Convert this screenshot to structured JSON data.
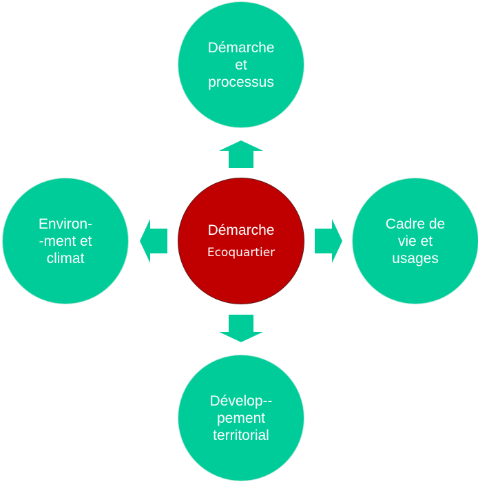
{
  "center": {
    "line1": "Démarche",
    "line2": "Ecoquartier",
    "color": "#C00000"
  },
  "nodes": {
    "top": {
      "lines": [
        "Démarche",
        "et",
        "processus"
      ]
    },
    "right": {
      "lines": [
        "Cadre de",
        "vie et",
        "usages"
      ]
    },
    "bottom": {
      "lines": [
        "Dévelop--",
        "pement",
        "territorial"
      ]
    },
    "left": {
      "lines": [
        "Environ-",
        "-ment et",
        "climat"
      ]
    }
  },
  "colors": {
    "node": "#00CC99"
  }
}
